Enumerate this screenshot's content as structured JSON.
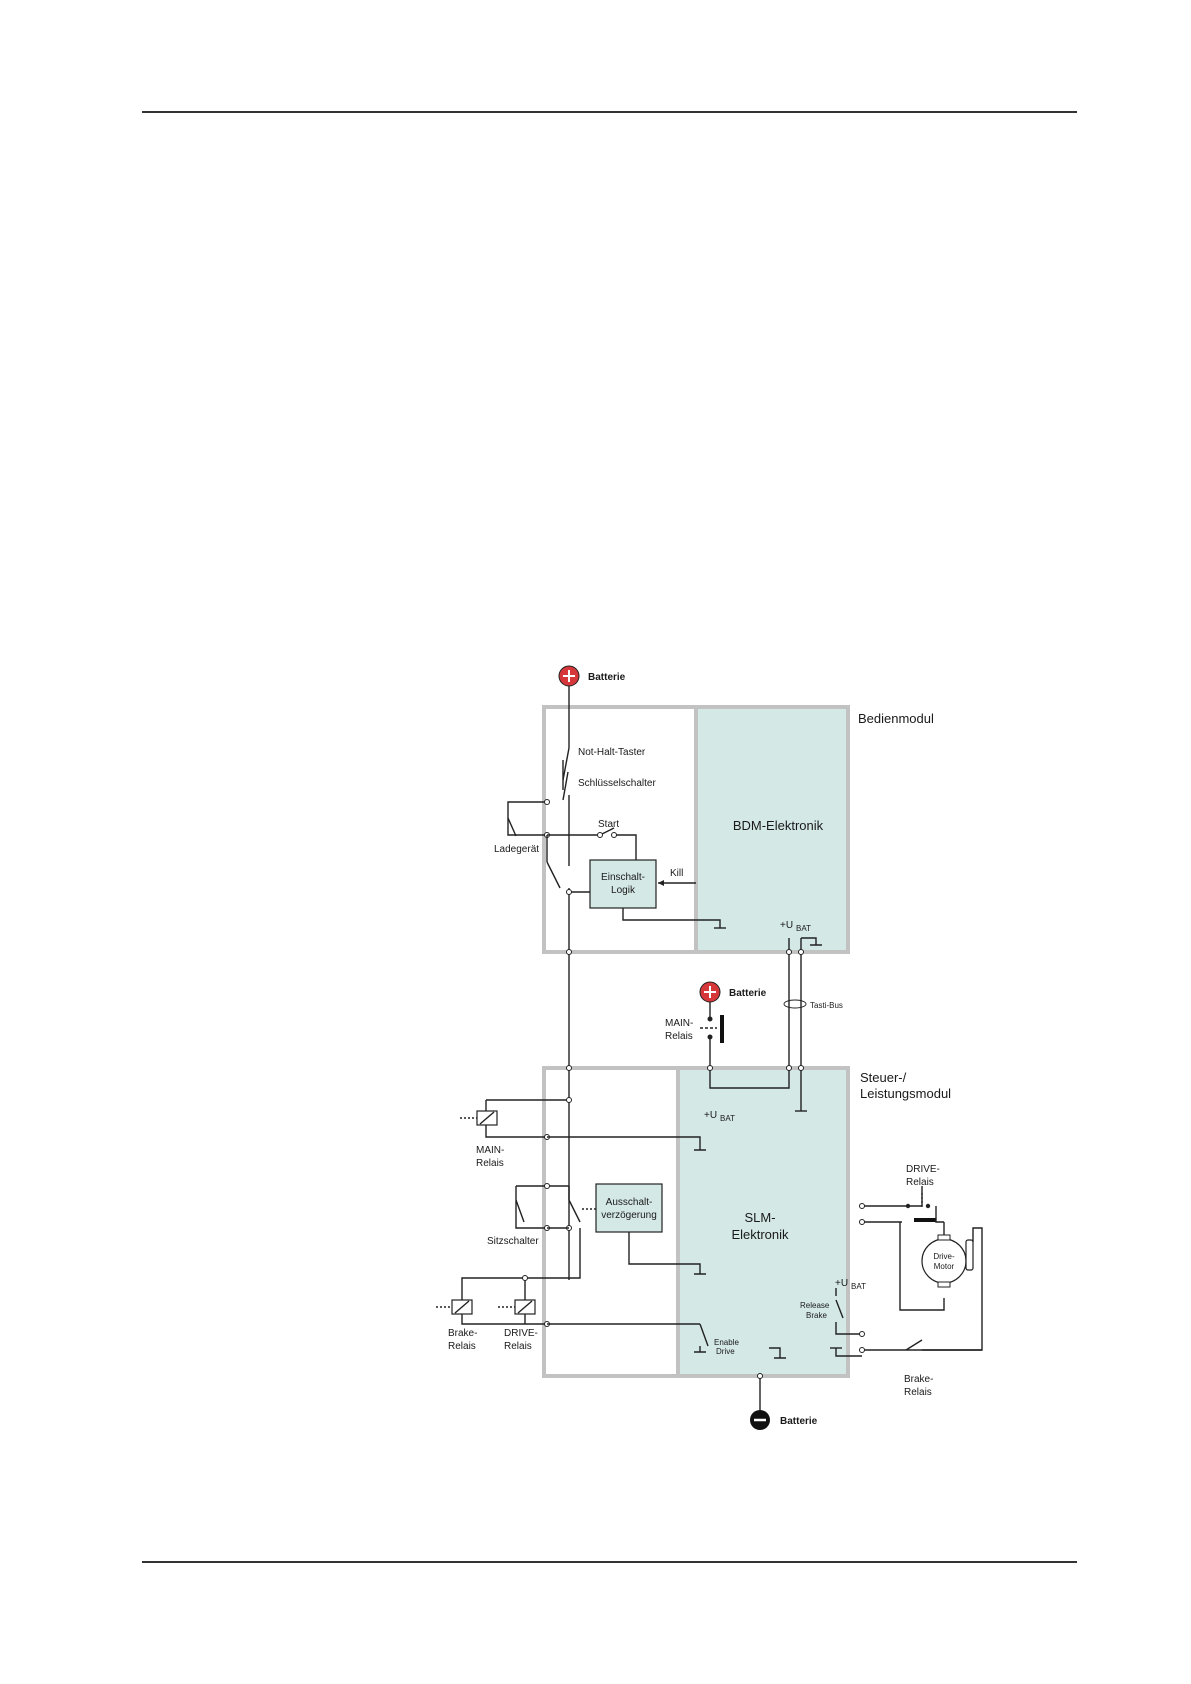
{
  "colors": {
    "module_bg": "#ffffff",
    "module_border": "#c2c2c2",
    "electronics_fill": "#d4e8e6",
    "battery_plus": "#d6373a",
    "battery_minus": "#111111",
    "wire": "#222222"
  },
  "labels": {
    "battery_top": "Batterie",
    "battery_mid": "Batterie",
    "battery_bottom": "Batterie",
    "bedienmodul": "Bedienmodul",
    "not_halt": "Not-Halt-Taster",
    "schluessel": "Schlüsselschalter",
    "ladegeraet": "Ladegerät",
    "start": "Start",
    "einschalt_1": "Einschalt-",
    "einschalt_2": "Logik",
    "kill": "Kill",
    "bdm": "BDM-Elektronik",
    "ubat_top_main": "+U",
    "ubat_top_sub": "BAT",
    "tasti_bus": "Tasti-Bus",
    "main_relais_top_1": "MAIN-",
    "main_relais_top_2": "Relais",
    "steuer_1": "Steuer-/",
    "steuer_2": "Leistungsmodul",
    "ubat_slm_main": "+U",
    "ubat_slm_sub": "BAT",
    "main_relais_left_1": "MAIN-",
    "main_relais_left_2": "Relais",
    "ausschalt_1": "Ausschalt-",
    "ausschalt_2": "verzögerung",
    "sitzschalter": "Sitzschalter",
    "slm_1": "SLM-",
    "slm_2": "Elektronik",
    "drive_relais_right_1": "DRIVE-",
    "drive_relais_right_2": "Relais",
    "drive_motor_1": "Drive-",
    "drive_motor_2": "Motor",
    "ubat_rb_main": "+U",
    "ubat_rb_sub": "BAT",
    "release_1": "Release",
    "release_2": "Brake",
    "brake_relais_left_1": "Brake-",
    "brake_relais_left_2": "Relais",
    "drive_relais_left_1": "DRIVE-",
    "drive_relais_left_2": "Relais",
    "enable_1": "Enable",
    "enable_2": "Drive",
    "brake_relais_right_1": "Brake-",
    "brake_relais_right_2": "Relais"
  }
}
